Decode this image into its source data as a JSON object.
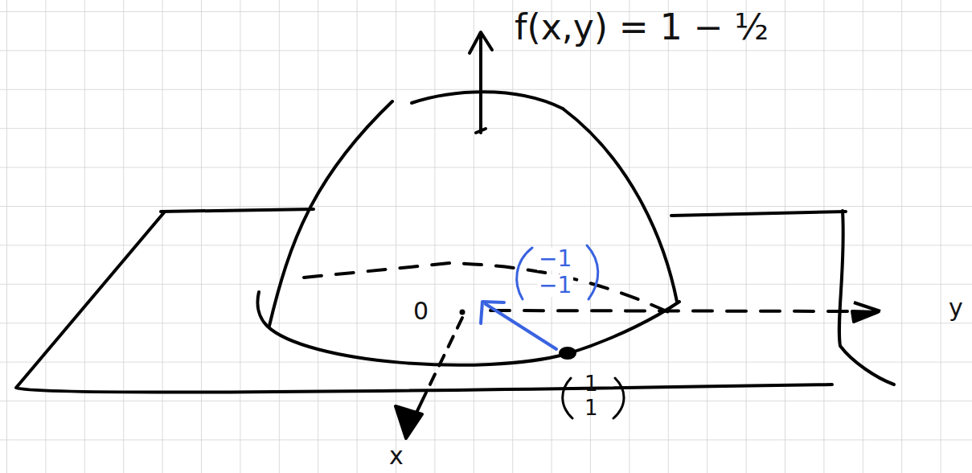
{
  "diagram": {
    "labels": [
      "f(x,y) = 1 − ½",
      "0",
      "x",
      "y",
      "1",
      "1",
      "−1",
      "−1"
    ]
  }
}
